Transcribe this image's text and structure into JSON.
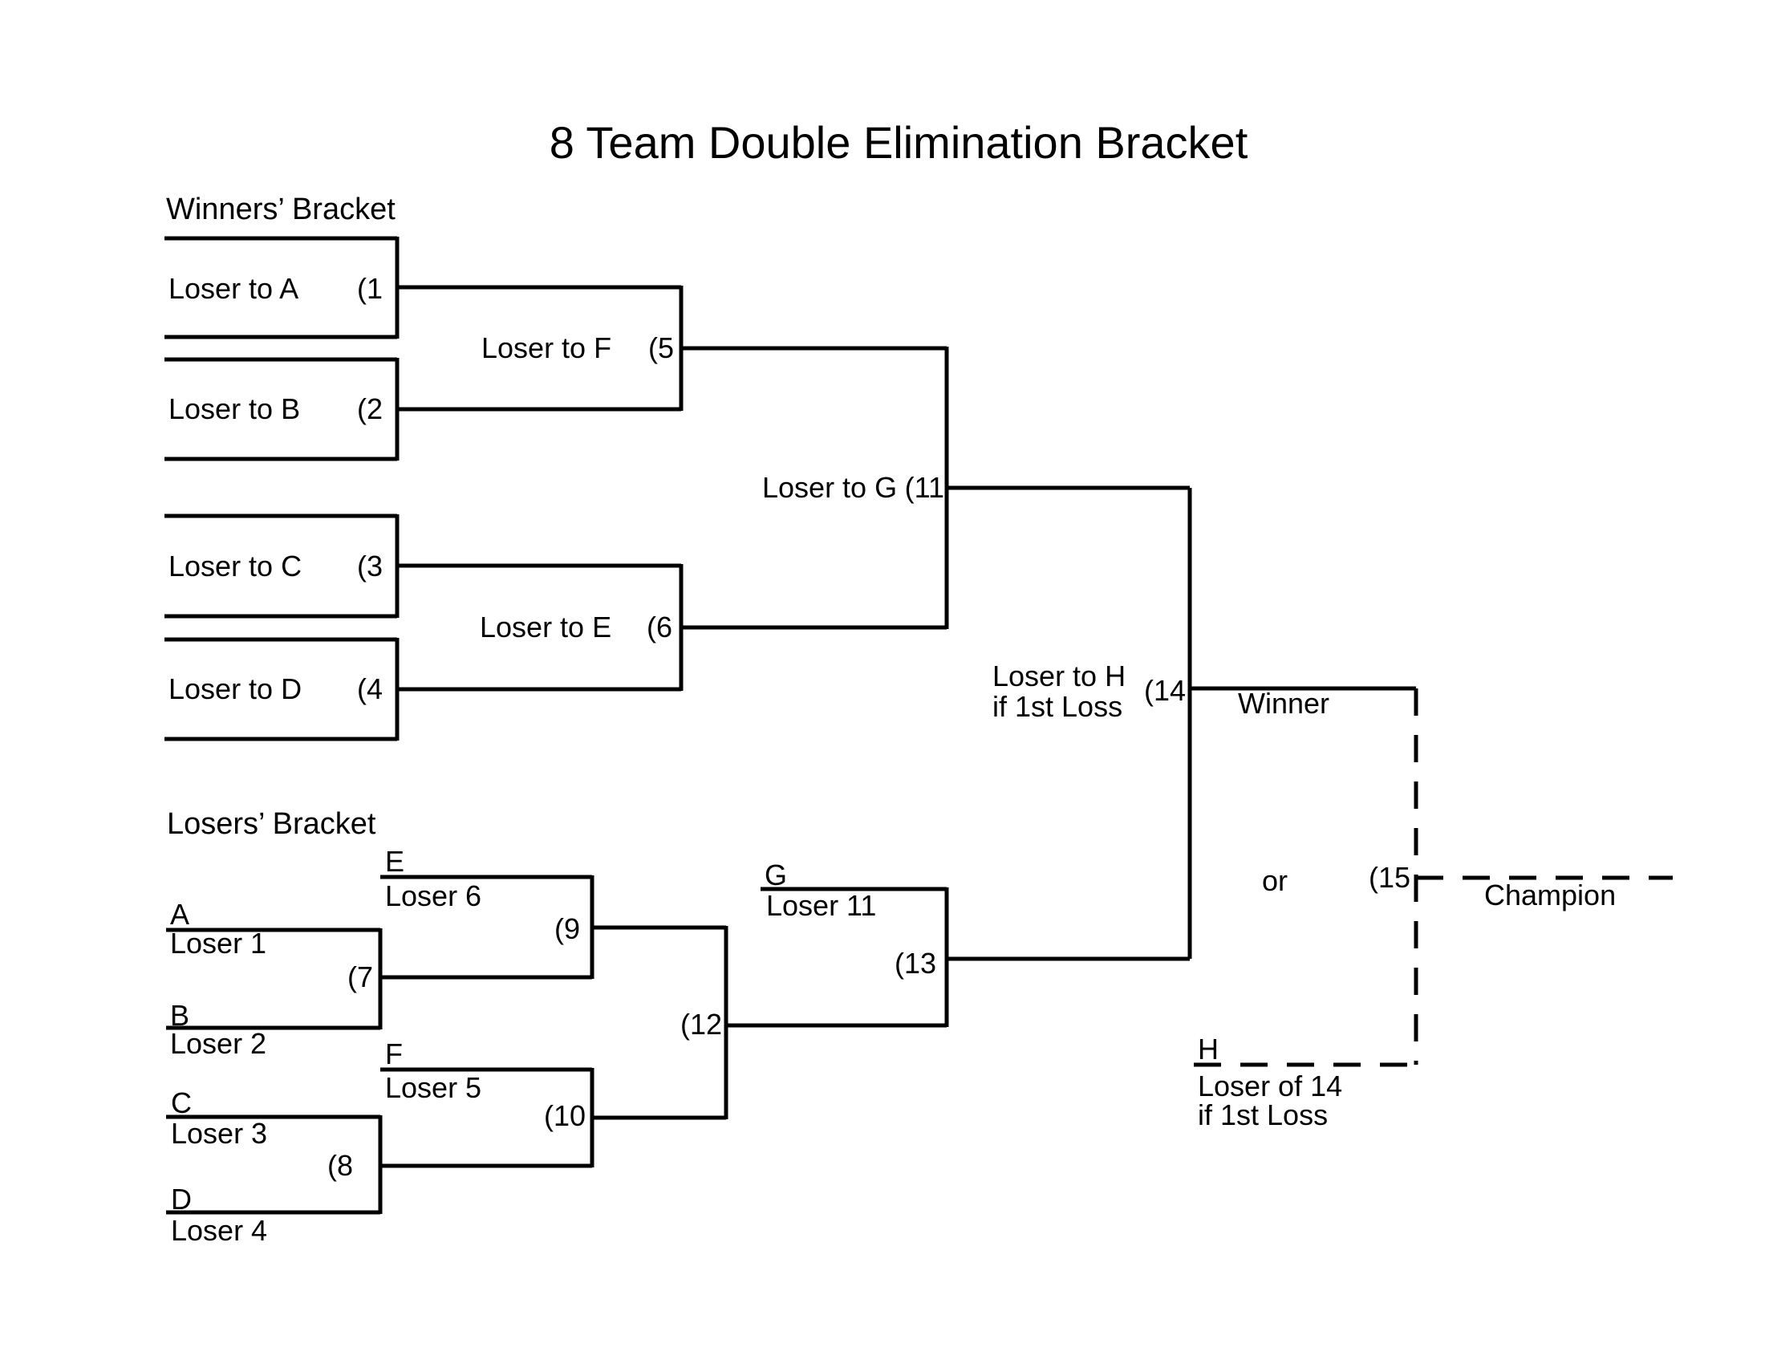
{
  "title": "8 Team Double Elimination Bracket",
  "winners": {
    "heading": "Winners’ Bracket",
    "round1": [
      {
        "label": "Loser to A",
        "num": "(1"
      },
      {
        "label": "Loser to B",
        "num": "(2"
      },
      {
        "label": "Loser to C",
        "num": "(3"
      },
      {
        "label": "Loser to D",
        "num": "(4"
      }
    ],
    "round2": [
      {
        "label": "Loser to F",
        "num": "(5"
      },
      {
        "label": "Loser to E",
        "num": "(6"
      }
    ],
    "final": {
      "label": "Loser to G",
      "num": "(11"
    }
  },
  "losers": {
    "heading": "Losers’ Bracket",
    "slots": {
      "a": {
        "letter": "A",
        "name": "Loser 1"
      },
      "b": {
        "letter": "B",
        "name": "Loser 2"
      },
      "c": {
        "letter": "C",
        "name": "Loser 3"
      },
      "d": {
        "letter": "D",
        "name": "Loser 4"
      },
      "e": {
        "letter": "E",
        "name": "Loser 6"
      },
      "f": {
        "letter": "F",
        "name": "Loser 5"
      },
      "g": {
        "letter": "G",
        "name": "Loser 11"
      }
    },
    "nums": {
      "m7": "(7",
      "m8": "(8",
      "m9": "(9",
      "m10": "(10",
      "m12": "(12",
      "m13": "(13"
    }
  },
  "championship": {
    "label_line1": "Loser to H",
    "label_line2": "if 1st Loss",
    "num": "(14",
    "winner_label": "Winner",
    "or_label": "or",
    "num15": "(15",
    "champion_label": "Champion",
    "h": {
      "letter": "H",
      "line1": "Loser of 14",
      "line2": "if 1st Loss"
    }
  },
  "colors": {
    "background": "#ffffff",
    "line": "#000000",
    "text": "#000000"
  }
}
